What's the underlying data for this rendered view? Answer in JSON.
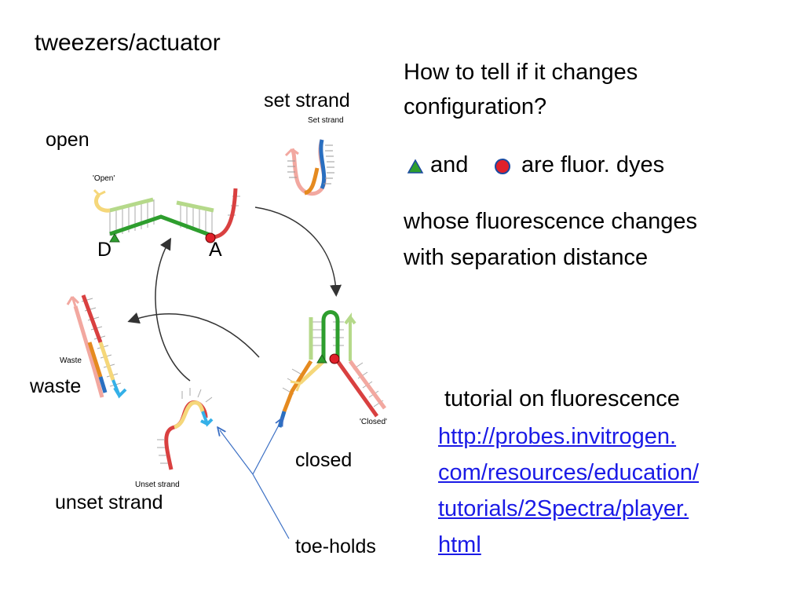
{
  "slide": {
    "title": "tweezers/actuator"
  },
  "right_text": {
    "question_line1": "How to tell if it changes",
    "question_line2": "configuration?",
    "and": "and",
    "dyes": "are fluor. dyes",
    "whose_line1": "whose  fluorescence changes",
    "whose_line2": "with separation distance",
    "tutorial": "tutorial on fluorescence",
    "link_line1": "http://probes.invitrogen.",
    "link_line2": "com/resources/education/",
    "link_line3": "tutorials/2Spectra/player.",
    "link_line4": "html"
  },
  "diagram": {
    "labels": {
      "set_strand": "set strand",
      "open": "open",
      "donor": "D",
      "acceptor": "A",
      "waste": "waste",
      "closed": "closed",
      "unset_strand": "unset strand",
      "toe_holds": "toe-holds"
    },
    "figure_labels": {
      "set_strand": "Set strand",
      "open": "'Open'",
      "waste": "Waste",
      "closed": "'Closed'",
      "unset_strand": "Unset strand"
    },
    "colors": {
      "green": "#2e9e2e",
      "light_green": "#b5d98a",
      "red": "#d94040",
      "pink": "#f2a8a0",
      "orange": "#e58a1f",
      "yellow": "#f5d77a",
      "blue": "#2a6fc0",
      "light_blue": "#34b0e8",
      "link": "#1a1ae6"
    }
  }
}
